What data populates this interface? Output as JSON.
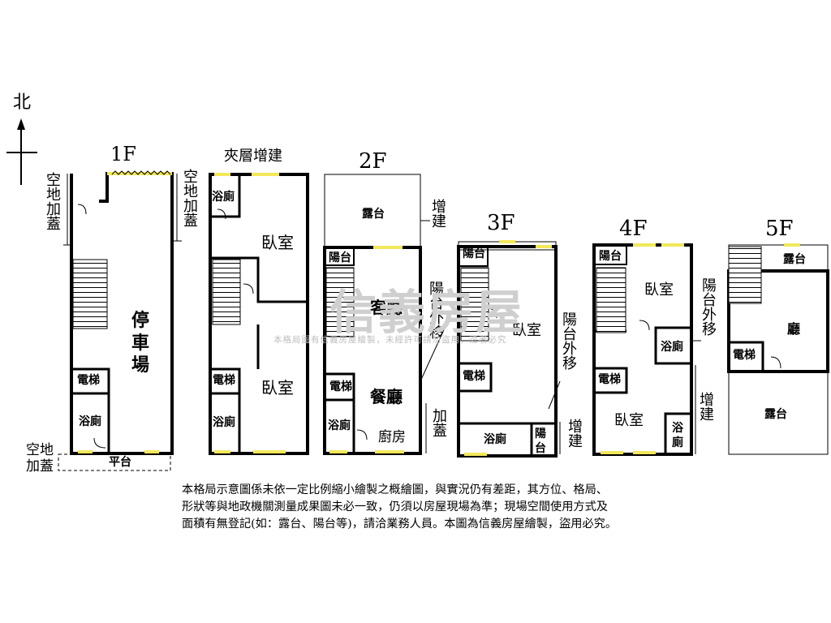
{
  "compass": {
    "north": "北"
  },
  "floors": {
    "f1": {
      "title": "1F",
      "side_note_top": "空地加蓋",
      "side_note_right": "空地加蓋",
      "side_note_bottom": "空地加蓋",
      "rooms": {
        "parking": "停車場",
        "elevator": "電梯",
        "bath": "浴廁",
        "platform": "平台"
      }
    },
    "mezz": {
      "title": "夾層增建",
      "rooms": {
        "bath": "浴廁",
        "bedroom_top": "臥室",
        "bedroom_bottom": "臥室",
        "elevator": "電梯",
        "bath_lower": "浴廁"
      }
    },
    "f2": {
      "title": "2F",
      "rooms": {
        "terrace": "露台",
        "balcony": "陽台",
        "living": "客廳",
        "dining": "餐廳",
        "elevator": "電梯",
        "bath": "浴廁",
        "kitchen": "廚房"
      },
      "notes": {
        "addition": "增建",
        "balcony_shift": "陽台外移",
        "addition_bottom": "加蓋"
      }
    },
    "f3": {
      "title": "3F",
      "rooms": {
        "balcony_top": "陽台",
        "bedroom": "臥室",
        "elevator": "電梯",
        "bath": "浴廁",
        "balcony_bottom": "陽台"
      },
      "notes": {
        "balcony_shift": "陽台外移",
        "addition": "增建"
      }
    },
    "f4": {
      "title": "4F",
      "rooms": {
        "balcony": "陽台",
        "bedroom_top": "臥室",
        "bath_mid": "浴廁",
        "elevator": "電梯",
        "bedroom_bottom": "臥室",
        "bath_bottom": "浴廁"
      },
      "notes": {
        "balcony_shift": "陽台外移",
        "addition": "增建"
      }
    },
    "f5": {
      "title": "5F",
      "rooms": {
        "terrace_top": "露台",
        "hall": "廳",
        "elevator": "電梯",
        "terrace_bottom": "露台"
      }
    }
  },
  "watermark": {
    "brand": "信義房屋",
    "subtext": "本格局圖有信義房屋繪製，未經許可請勿盜用，違者必究"
  },
  "disclaimer": {
    "line1": "本格局示意圖係未依一定比例縮小繪製之概繪圖，與實況仍有差距，其方位、格局、",
    "line2": "形狀等與地政機關測量成果圖未必一致，仍須以房屋現場為準；現場空間使用方式及",
    "line3": "面積有無登記(如：露台、陽台等)，請洽業務人員。本圖為信義房屋繪製，盜用必究。"
  },
  "colors": {
    "wall": "#000000",
    "window": "#f2e85a",
    "watermark": "#cfcfcf"
  }
}
